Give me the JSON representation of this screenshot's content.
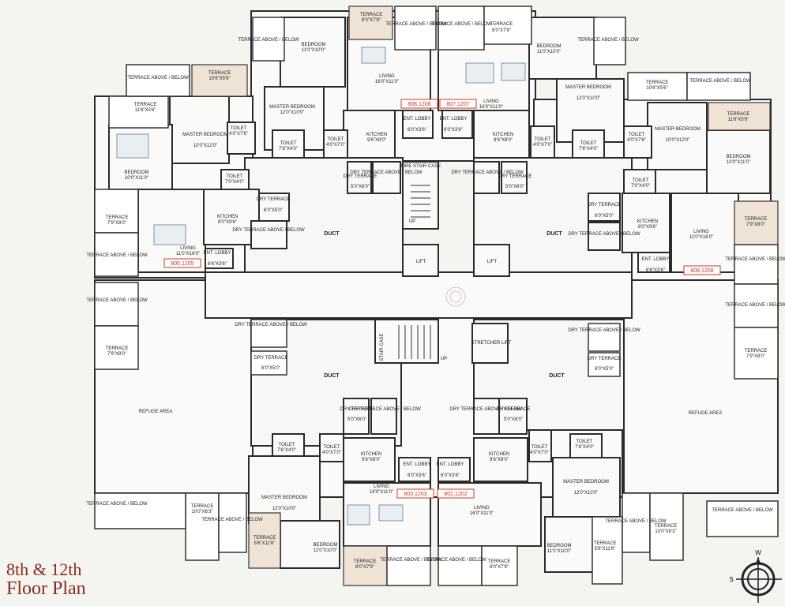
{
  "title": {
    "line1": "8th & 12th",
    "line2": "Floor Plan"
  },
  "compass": {
    "w": "W",
    "s": "S"
  },
  "units": [
    "806,1206",
    "807,1207",
    "805,1205",
    "808,1208",
    "803,1203",
    "802,1202"
  ],
  "labels": {
    "terrace_above_below": "TERRACE ABOVE / BELOW",
    "dry_terrace_above_below": "DRY TERRACE ABOVE / BELOW",
    "duct": "DUCT",
    "lift": "LIFT",
    "stretcher_lift": "STRETCHER LIFT",
    "fire_stair_case": "FIRE STAIR CASE",
    "stair_case": "STAIR CASE",
    "up": "UP",
    "refuge_area": "REFUGE AREA",
    "bedroom": "BEDROOM",
    "master_bedroom": "MASTER BEDROOM",
    "living": "LIVING",
    "kitchen": "KITCHEN",
    "toilet": "TOILET",
    "ent_lobby": "ENT. LOBBY",
    "terrace": "TERRACE",
    "dry_terrace": "DRY TERRACE"
  },
  "dims": {
    "bed_11x10": "11'0\"X10'0\"",
    "bed_10x11": "10'0\"X11'0\"",
    "mbed_12x10": "12'0\"X10'0\"",
    "mbed_10x12": "10'0\"X12'0\"",
    "liv_16x11": "16'0\"X11'0\"",
    "liv_11x16": "11'0\"X16'0\"",
    "kit_9x8": "9'6\"X8'0\"",
    "kit_8x9": "8'0\"X9'6\"",
    "toi_7x4": "7'6\"X4'0\"",
    "toi_4x7": "4'0\"X7'0\"",
    "toi_4x76": "4'0\"X7'6\"",
    "toi_7x4b": "7'0\"X4'0\"",
    "lob_6x3": "6'0\"X3'6\"",
    "lob_6x3b": "6'6\"X3'6\"",
    "ter_8x7": "8'0\"X7'9\"",
    "ter_7x8": "7'9\"X8'0\"",
    "ter_10x5": "10'6\"X5'6\"",
    "ter_11x5": "11'6\"X5'6\"",
    "ter_5x11": "5'6\"X11'6\"",
    "ter_10x6": "10'0\"X6'3\"",
    "dry_5x6": "5'0\"X6'0\"",
    "dry_6x5": "6'0\"X5'0\""
  }
}
